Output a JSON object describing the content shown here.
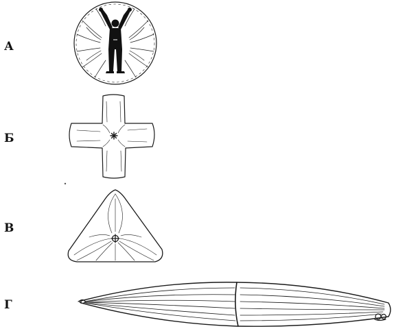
{
  "labels": {
    "a": "А",
    "b": "Б",
    "v": "В",
    "g": "Г"
  },
  "figures": [
    {
      "id": "a",
      "shape": "circle-canopy-with-person"
    },
    {
      "id": "b",
      "shape": "cross-canopy"
    },
    {
      "id": "v",
      "shape": "triangle-canopy"
    },
    {
      "id": "g",
      "shape": "elongated-spindle-canopy"
    }
  ],
  "colors": {
    "ink": "#1a1a1a",
    "background": "#ffffff"
  }
}
